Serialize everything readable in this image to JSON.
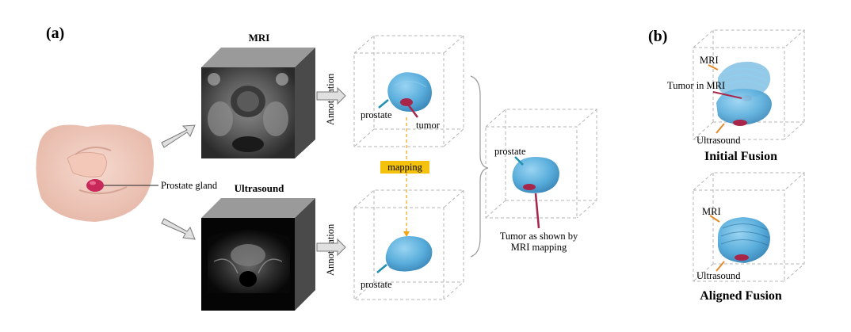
{
  "panel_a": {
    "label": "(a)",
    "mri_title": "MRI",
    "ultrasound_title": "Ultrasound",
    "prostate_gland_label": "Prostate gland",
    "annotation_label": "Annotatation",
    "prostate_label": "prostate",
    "tumor_label": "tumor",
    "mapping_label": "mapping",
    "result_caption_line1": "Tumor as shown by",
    "result_caption_line2": "MRI mapping"
  },
  "panel_b": {
    "label": "(b)",
    "mri_label": "MRI",
    "tumor_in_mri_label": "Tumor in MRI",
    "ultrasound_label": "Ultrasound",
    "initial_fusion_title": "Initial Fusion",
    "aligned_fusion_title": "Aligned Fusion"
  },
  "colors": {
    "prostate_blue": "#5aaedc",
    "tumor_red": "#a8264a",
    "callout_teal": "#1f8fb0",
    "callout_orange": "#e58a2a",
    "mapping_yellow": "#f4c20d",
    "dashed_box": "#b5b5b5"
  }
}
